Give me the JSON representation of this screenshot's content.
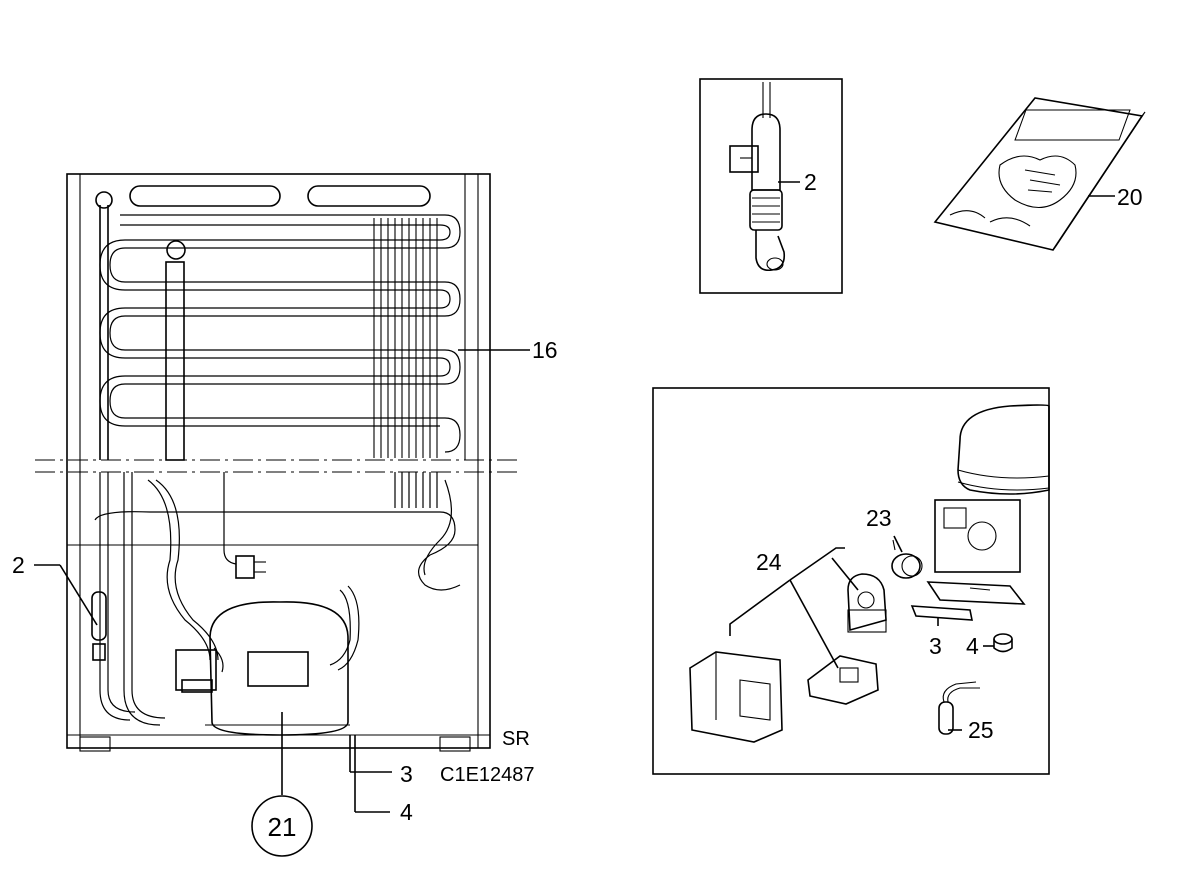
{
  "labels": {
    "main_sensor": "2",
    "evaporator": "16",
    "compressor": "21",
    "grommet": "3",
    "bushing": "4",
    "model_suffix": "SR",
    "drawing_code": "C1E12487",
    "inset_sensor": "2",
    "manual": "20",
    "relay": "23",
    "starter_cover": "24",
    "kit_grommet": "3",
    "kit_bushing": "4",
    "capacitor": "25"
  }
}
